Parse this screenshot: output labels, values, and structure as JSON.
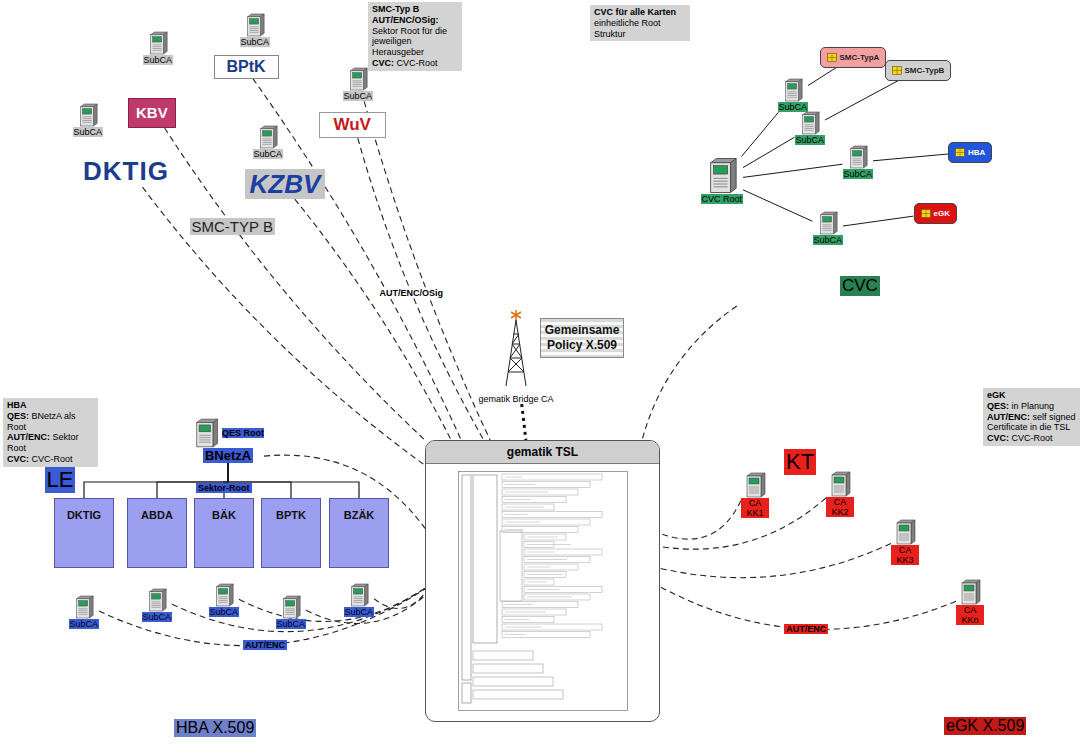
{
  "diagram": {
    "nodes": [
      {
        "text": [
          "SMC-Typ B",
          "AUT/ENC/OSig: Sektor Root für die jeweiligen Herausgeber",
          "CVC: CVC-Root"
        ]
      },
      {
        "text": [
          "CVC für alle Karten",
          "einheitliche Root Struktur"
        ]
      },
      {
        "text": [
          "SMC-TYP B"
        ]
      },
      {
        "text": [
          "SubCA"
        ],
        "in": 2
      },
      {
        "text": [
          "KBV"
        ],
        "in": 2
      },
      {
        "text": [
          "SubCA"
        ],
        "in": 2
      },
      {
        "text": [
          "BPtK"
        ],
        "in": 2
      },
      {
        "text": [
          "SubCA"
        ],
        "in": 2
      },
      {
        "text": [
          "SubCA"
        ],
        "in": 2
      },
      {
        "text": [
          "SubCA"
        ],
        "in": 2
      },
      {
        "text": [
          "WuV"
        ],
        "in": 2
      },
      {
        "text": [
          "DKTIG"
        ],
        "in": 2
      },
      {
        "text": [
          "KZBV"
        ],
        "in": 2
      },
      {
        "text": [
          "CVC"
        ]
      },
      {
        "text": [
          "SMC-TypA"
        ],
        "in": 13
      },
      {
        "text": [
          "SMC-TypB"
        ],
        "in": 13
      },
      {
        "text": [
          "SubCA"
        ],
        "in": 13
      },
      {
        "text": [
          "SubCA"
        ],
        "in": 13
      },
      {
        "text": [
          "CVC Root"
        ],
        "in": 13
      },
      {
        "text": [
          "SubCA"
        ],
        "in": 13
      },
      {
        "text": [
          "HBA"
        ],
        "in": 13
      },
      {
        "text": [
          "SubCA"
        ],
        "in": 13
      },
      {
        "text": [
          "eGK"
        ],
        "in": 13
      },
      {
        "text": [
          "HBA",
          "QES: BNetzA als Root",
          "AUT/ENC: Sektor Root",
          "CVC: CVC-Root"
        ]
      },
      {
        "text": [
          "LE",
          "HBA X.509"
        ]
      },
      {
        "text": [
          "QES Root",
          "BNetzA"
        ],
        "in": 24
      },
      {
        "text": [
          "DKTIG"
        ],
        "in": 24
      },
      {
        "text": [
          "ABDA"
        ],
        "in": 24
      },
      {
        "text": [
          "BÄK"
        ],
        "in": 24
      },
      {
        "text": [
          "BPTK"
        ],
        "in": 24
      },
      {
        "text": [
          "BZÄK"
        ],
        "in": 24
      },
      {
        "text": [
          "SubCA"
        ],
        "in": 24
      },
      {
        "text": [
          "SubCA"
        ],
        "in": 24
      },
      {
        "text": [
          "SubCA"
        ],
        "in": 24
      },
      {
        "text": [
          "SubCA"
        ],
        "in": 24
      },
      {
        "text": [
          "SubCA"
        ],
        "in": 24
      },
      {
        "text": [
          "eGK",
          "QES: in Planung",
          "AUT/ENC: self signed Certificate in die TSL",
          "CVC: CVC-Root"
        ]
      },
      {
        "text": [
          "KT",
          "eGK X.509"
        ]
      },
      {
        "text": [
          "CA KK1"
        ],
        "in": 37
      },
      {
        "text": [
          "CA KK2"
        ],
        "in": 37
      },
      {
        "text": [
          "CA KK3"
        ],
        "in": 37
      },
      {
        "text": [
          "CA KKn"
        ],
        "in": 37
      },
      {
        "text": [
          "Gemeinsame Policy X.509"
        ]
      },
      {
        "text": [
          "gematik Bridge CA"
        ]
      },
      {
        "text": [
          "gematik TSL"
        ]
      }
    ],
    "edges": [
      {
        "from": 4,
        "to": 44,
        "arrow": "none"
      },
      {
        "from": 6,
        "to": 44,
        "arrow": "none"
      },
      {
        "from": 7,
        "to": 44,
        "arrow": "none"
      },
      {
        "from": 10,
        "to": 44,
        "label": "AUT/ENC/OSig",
        "arrow": "none"
      },
      {
        "from": 11,
        "to": 44,
        "arrow": "none"
      },
      {
        "from": 12,
        "to": 44,
        "arrow": "none"
      },
      {
        "from": 18,
        "to": 16,
        "arrow": "none"
      },
      {
        "from": 16,
        "to": 14,
        "arrow": "none"
      },
      {
        "from": 18,
        "to": 17,
        "arrow": "none"
      },
      {
        "from": 17,
        "to": 15,
        "arrow": "none"
      },
      {
        "from": 18,
        "to": 19,
        "arrow": "none"
      },
      {
        "from": 19,
        "to": 20,
        "arrow": "none"
      },
      {
        "from": 18,
        "to": 21,
        "arrow": "none"
      },
      {
        "from": 21,
        "to": 22,
        "arrow": "none"
      },
      {
        "from": 13,
        "to": 44,
        "arrow": "none"
      },
      {
        "from": 25,
        "to": 26,
        "arrow": "none"
      },
      {
        "from": 25,
        "to": 27,
        "arrow": "none"
      },
      {
        "from": 25,
        "to": 28,
        "arrow": "none"
      },
      {
        "from": 25,
        "to": 29,
        "arrow": "none"
      },
      {
        "from": 25,
        "to": 30,
        "arrow": "none"
      },
      {
        "from": 25,
        "to": 44,
        "arrow": "none"
      },
      {
        "from": 31,
        "to": 44,
        "label": "AUT/ENC",
        "arrow": "none"
      },
      {
        "from": 32,
        "to": 44,
        "arrow": "none"
      },
      {
        "from": 33,
        "to": 44,
        "arrow": "none"
      },
      {
        "from": 34,
        "to": 44,
        "arrow": "none"
      },
      {
        "from": 35,
        "to": 44,
        "arrow": "none"
      },
      {
        "from": 38,
        "to": 44,
        "arrow": "none"
      },
      {
        "from": 39,
        "to": 44,
        "arrow": "none"
      },
      {
        "from": 40,
        "to": 44,
        "arrow": "none"
      },
      {
        "from": 41,
        "to": 44,
        "label": "AUT/ENC",
        "arrow": "none"
      },
      {
        "from": 43,
        "to": 44,
        "arrow": "none"
      }
    ],
    "labels": [
      "Sektor-Root"
    ]
  }
}
